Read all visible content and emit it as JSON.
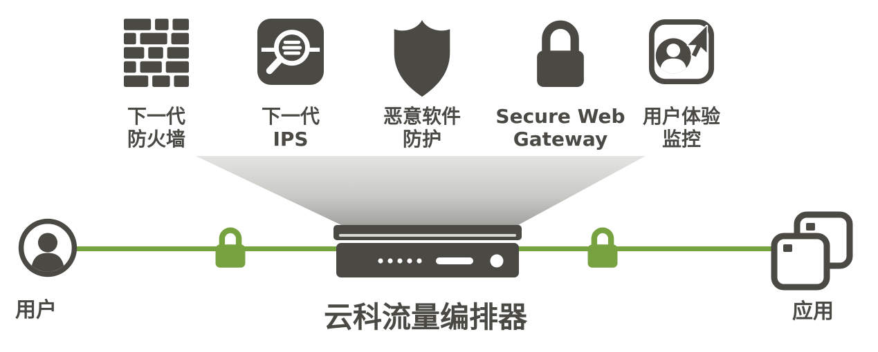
{
  "colors": {
    "dark": "#4a4944",
    "green": "#76a240",
    "funnel-top": "#e4e4e2",
    "funnel-bottom": "#9d9d99",
    "background": "#ffffff"
  },
  "services": [
    {
      "name": "next-gen-firewall",
      "icon": "firewall-brick-icon",
      "line1": "下一代",
      "line2": "防火墙"
    },
    {
      "name": "next-gen-ips",
      "icon": "magnifier-scan-icon",
      "line1": "下一代",
      "line2": "IPS"
    },
    {
      "name": "malware-protection",
      "icon": "shield-icon",
      "line1": "恶意软件",
      "line2": "防护"
    },
    {
      "name": "secure-web-gateway",
      "icon": "padlock-icon",
      "line1": "Secure Web",
      "line2": "Gateway"
    },
    {
      "name": "user-experience-monitoring",
      "icon": "user-cursor-icon",
      "line1": "用户体验",
      "line2": "监控"
    }
  ],
  "flow": {
    "user_label": "用户",
    "orchestrator_label": "云科流量编排器",
    "apps_label": "应用"
  }
}
